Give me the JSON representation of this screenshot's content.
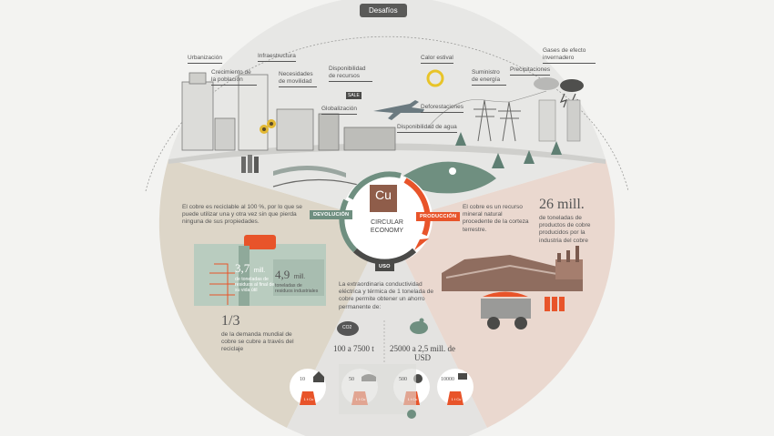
{
  "header": {
    "challenges_label": "Desafíos"
  },
  "challenges": {
    "urbanizacion": "Urbanización",
    "crecimiento": "Crecimiento de la población",
    "infraestructura": "Infraestructura",
    "movilidad": "Necesidades de movilidad",
    "recursos": "Disponibilidad de recursos",
    "globalizacion": "Globalización",
    "sale": "SALE",
    "calor": "Calor estival",
    "suministro": "Suministro de energía",
    "precipitaciones": "Precipitaciones",
    "gases": "Gases de efecto invernadero",
    "deforestaciones": "Deforestaciones",
    "agua": "Disponibilidad de agua"
  },
  "center": {
    "symbol": "Cu",
    "title_line1": "CIRCULAR",
    "title_line2": "ECONOMY",
    "devolucion": "DEVOLUCIÓN",
    "produccion": "PRODUCCIÓN",
    "uso": "USO"
  },
  "left": {
    "recycle_text": "El cobre es reciclable al 100 %, por lo que se puede utilizar una y otra vez sin que pierda ninguna de sus propiedades.",
    "stat1_value": "3,7",
    "stat1_unit": "mill.",
    "stat1_desc": "de toneladas de residuos al final de su vida útil",
    "stat2_value": "4,9",
    "stat2_unit": "mill.",
    "stat2_desc": "toneladas de residuos industriales",
    "fraction": "1/3",
    "fraction_desc": "de la demanda mundial de cobre se cubre a través del reciclaje"
  },
  "right": {
    "mineral_text": "El cobre es un recurso mineral natural procedente de la corteza terrestre.",
    "stat_value": "26 mill.",
    "stat_desc": "de toneladas de productos de cobre producidos por la industria del cobre"
  },
  "bottom": {
    "saving_text": "La extraordinaria conductividad eléctrica y térmica de 1 tonelada de cobre permite obtener un ahorro permanente de:",
    "co2_label": "CO2",
    "co2_value": "100 a 7500 t",
    "usd_value": "25000 a 2,5 mill. de USD",
    "items": [
      {
        "num": "10",
        "icon": "house-icon"
      },
      {
        "num": "50",
        "icon": "car-icon"
      },
      {
        "num": "500",
        "icon": "fan-icon"
      },
      {
        "num": "10000",
        "icon": "laptop-icon"
      }
    ],
    "weight_label": "1 t Cu"
  },
  "colors": {
    "orange": "#e8542a",
    "green": "#6f8f80",
    "dark": "#4a4a48",
    "beige": "#ddd6c8",
    "pink": "#ead8cf",
    "mint": "#d7e0d8"
  }
}
